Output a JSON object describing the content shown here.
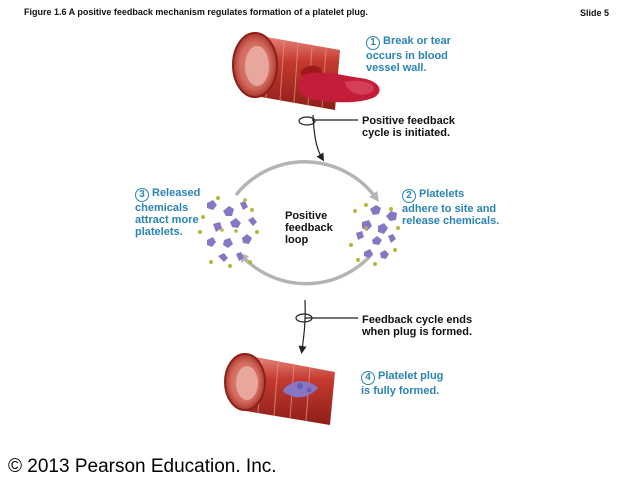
{
  "header": {
    "figure_title": "Figure 1.6  A positive feedback mechanism regulates formation of a platelet plug.",
    "slide": "Slide 5"
  },
  "steps": [
    {
      "number": "1",
      "lines": [
        "Break or tear",
        "occurs in blood",
        "vessel wall."
      ]
    },
    {
      "number": "2",
      "lines": [
        "Platelets",
        "adhere to site and",
        "release chemicals."
      ]
    },
    {
      "number": "3",
      "lines": [
        "Released",
        "chemicals",
        "attract more",
        "platelets."
      ]
    },
    {
      "number": "4",
      "lines": [
        "Platelet plug",
        "is fully formed."
      ]
    }
  ],
  "annotations": {
    "initiated": [
      "Positive feedback",
      "cycle is initiated."
    ],
    "ends": [
      "Feedback cycle ends",
      "when plug is formed."
    ],
    "loop": [
      "Positive",
      "feedback",
      "loop"
    ]
  },
  "footer": {
    "copyright": "© 2013 Pearson Education. Inc."
  },
  "colors": {
    "step_text": "#2a84b4",
    "vessel": "#b8332b",
    "blood": "#c4203a",
    "platelet": "#8677c4",
    "chemical_dot": "#b7b53a",
    "loop_arrow": "#b4b4b4"
  }
}
